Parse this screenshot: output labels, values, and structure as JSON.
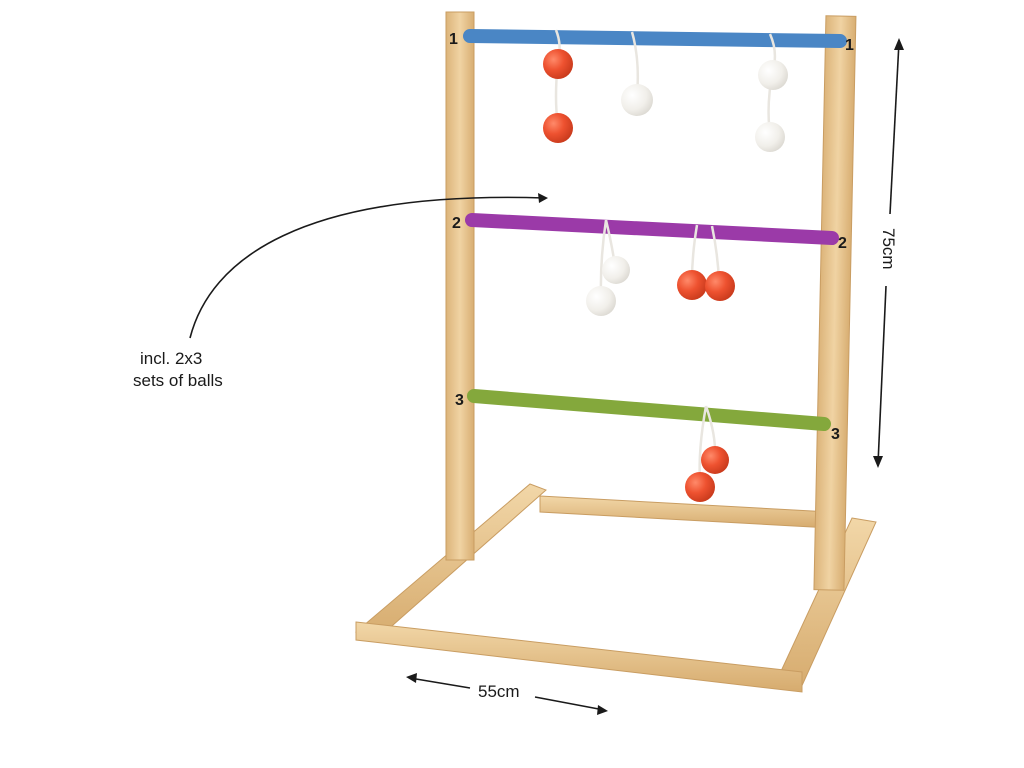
{
  "rungs": [
    {
      "number_left": "1",
      "number_right": "1",
      "color": "#4a86c5"
    },
    {
      "number_left": "2",
      "number_right": "2",
      "color": "#9b3aa8"
    },
    {
      "number_left": "3",
      "number_right": "3",
      "color": "#84a83c"
    }
  ],
  "annotation": {
    "line1": "incl. 2x3",
    "line2": "sets of balls"
  },
  "dimensions": {
    "height": "75cm",
    "width": "55cm"
  },
  "colors": {
    "wood": "#e8c48f",
    "ball_red": "#ea4f2c",
    "ball_white": "#f3f1ec"
  }
}
